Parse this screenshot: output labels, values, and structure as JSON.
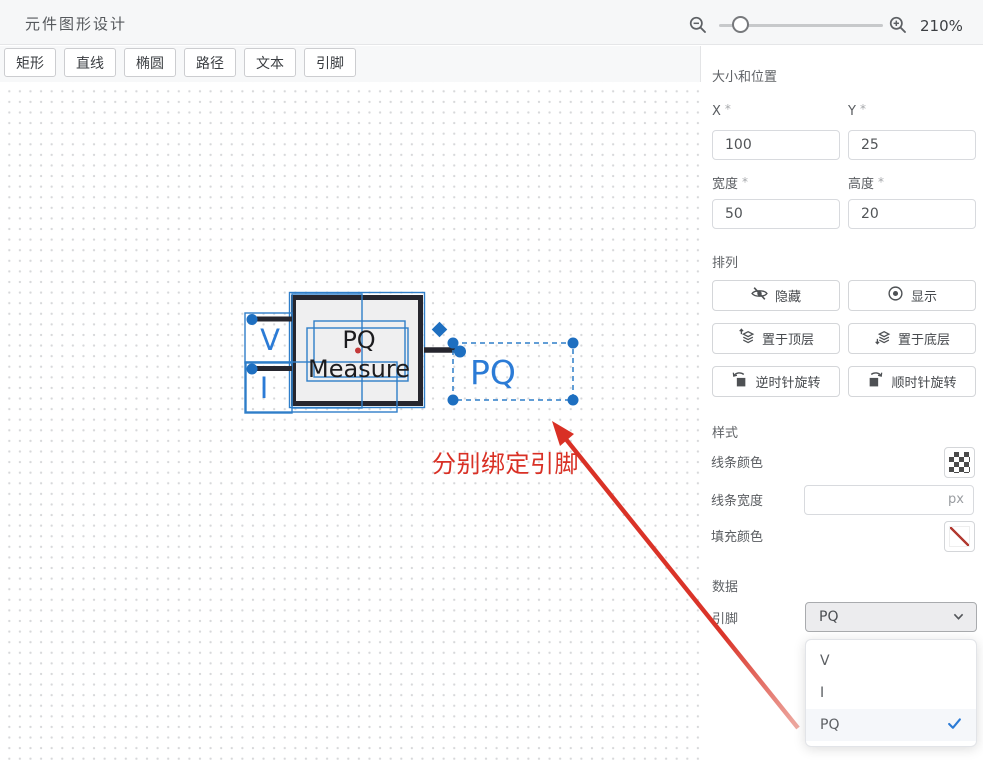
{
  "header": {
    "title": "元件图形设计",
    "zoom_percent": "210%"
  },
  "toolbar": {
    "buttons": [
      "矩形",
      "直线",
      "椭圆",
      "路径",
      "文本",
      "引脚"
    ]
  },
  "canvas": {
    "component": {
      "line1": "PQ",
      "line2": "Measure"
    },
    "pins": {
      "v": "V",
      "i": "I",
      "pq": "PQ"
    },
    "annotation": "分别绑定引脚"
  },
  "panel": {
    "size_section": {
      "title": "大小和位置",
      "fields": [
        {
          "label": "X",
          "required": "*",
          "value": "100"
        },
        {
          "label": "Y",
          "required": "*",
          "value": "25"
        },
        {
          "label": "宽度",
          "required": "*",
          "value": "50"
        },
        {
          "label": "高度",
          "required": "*",
          "value": "20"
        }
      ]
    },
    "arrange_section": {
      "title": "排列",
      "buttons": [
        "隐藏",
        "显示",
        "置于顶层",
        "置于底层",
        "逆时针旋转",
        "顺时针旋转"
      ]
    },
    "style_section": {
      "title": "样式",
      "line_color_label": "线条颜色",
      "line_width_label": "线条宽度",
      "line_width_unit": "px",
      "fill_color_label": "填充颜色"
    },
    "data_section": {
      "title": "数据",
      "pin_label": "引脚",
      "pin_value": "PQ",
      "options": [
        "V",
        "I",
        "PQ"
      ],
      "selected_option": "PQ"
    }
  },
  "colors": {
    "accent_blue": "#2b7bd6",
    "selection_blue": "#2f7ec9",
    "annotation_red": "#d93025",
    "component_dark": "#26262e"
  }
}
